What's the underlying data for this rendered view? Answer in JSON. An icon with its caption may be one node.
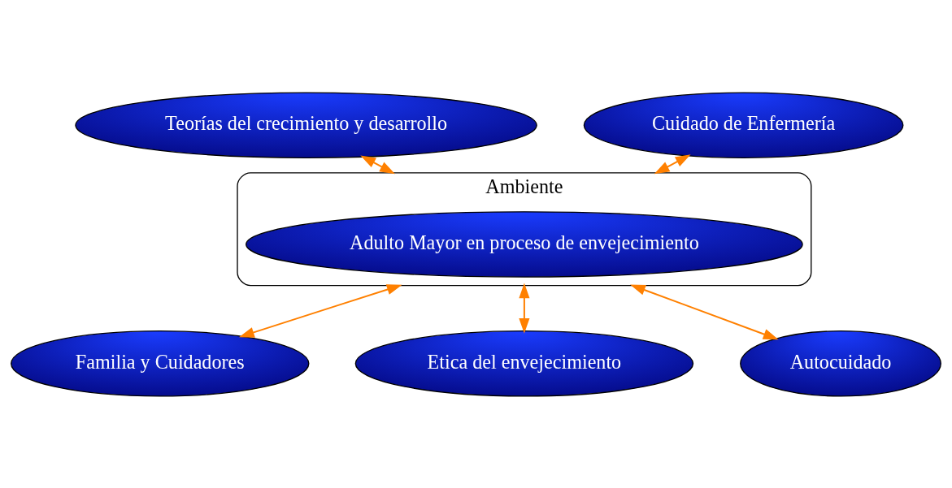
{
  "diagram": {
    "nodes": [
      {
        "text": [
          "Teorías del crecimiento y desarrollo"
        ]
      },
      {
        "text": [
          "Ambiente"
        ]
      },
      {
        "text": [
          "Adulto Mayor en proceso de envejecimiento"
        ],
        "in": 1
      },
      {
        "text": [
          "Familia y Cuidadores"
        ]
      },
      {
        "text": [
          "Cuidado de Enfermería"
        ]
      },
      {
        "text": [
          "Etica del envejecimiento"
        ]
      },
      {
        "text": [
          "Autocuidado"
        ]
      }
    ],
    "edges": [
      {
        "from": 0,
        "to": 1,
        "arrow": "both"
      },
      {
        "from": 1,
        "to": 3,
        "arrow": "both"
      },
      {
        "from": 4,
        "to": 1,
        "arrow": "both"
      },
      {
        "from": 1,
        "to": 5,
        "arrow": "both"
      },
      {
        "from": 1,
        "to": 6,
        "arrow": "both"
      }
    ]
  }
}
